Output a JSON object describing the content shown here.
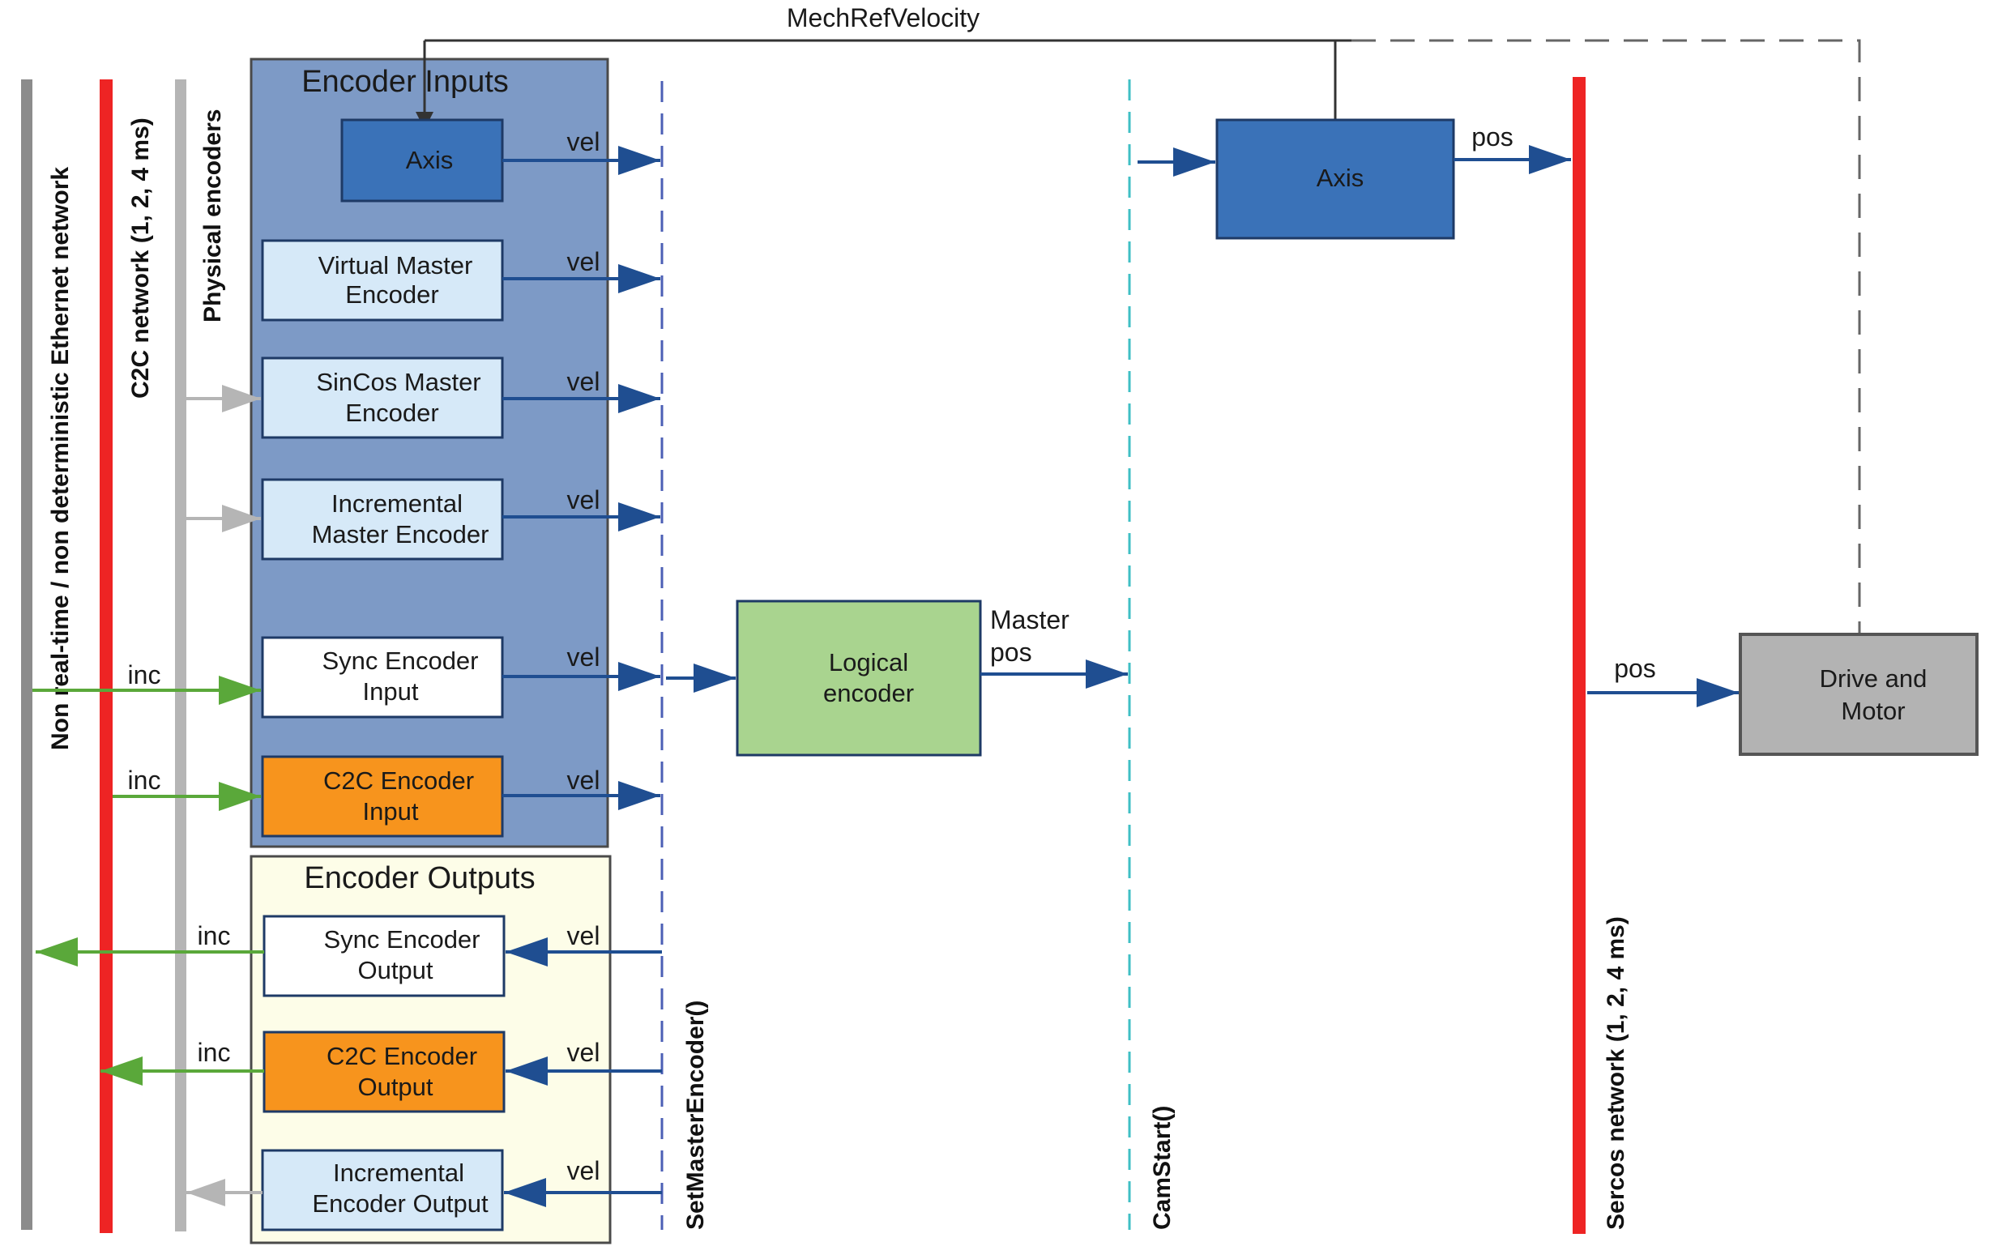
{
  "colors": {
    "encoder_inputs_panel": "#7d9ac6",
    "encoder_outputs_panel": "#fdfde8",
    "axis_box": "#3a72b8",
    "light_box": "#d6e9f8",
    "white_box": "#ffffff",
    "orange_box": "#f7941d",
    "logical_box": "#a9d48f",
    "drive_box": "#b3b3b3",
    "arrow_blue": "#1f4e91",
    "arrow_green": "#5aa83a",
    "arrow_gray": "#b5b5b5",
    "red_bus": "#ee2424",
    "gray_bus": "#8c8c8c"
  },
  "top": {
    "mech_ref_velocity": "MechRefVelocity"
  },
  "buses": {
    "ethernet": "Non real-time / non deterministic Ethernet network",
    "c2c": "C2C network (1, 2, 4 ms)",
    "physical": "Physical encoders",
    "set_master_encoder": "SetMasterEncoder()",
    "cam_start": "CamStart()",
    "sercos": "Sercos network (1, 2, 4 ms)"
  },
  "encoder_inputs": {
    "title": "Encoder Inputs",
    "axis": "Axis",
    "virtual_master": [
      "Virtual Master",
      "Encoder"
    ],
    "sincos_master": [
      "SinCos Master",
      "Encoder"
    ],
    "incremental_master": [
      "Incremental",
      "Master Encoder"
    ],
    "sync_input": [
      "Sync Encoder",
      "Input"
    ],
    "c2c_input": [
      "C2C Encoder",
      "Input"
    ]
  },
  "encoder_outputs": {
    "title": "Encoder Outputs",
    "sync_output": [
      "Sync Encoder",
      "Output"
    ],
    "c2c_output": [
      "C2C Encoder",
      "Output"
    ],
    "incremental_output": [
      "Incremental",
      "Encoder Output"
    ]
  },
  "logical_encoder": [
    "Logical",
    "encoder"
  ],
  "master_pos": [
    "Master",
    "pos"
  ],
  "axis_right": "Axis",
  "drive": [
    "Drive and",
    "Motor"
  ],
  "signals": {
    "vel": "vel",
    "inc": "inc",
    "pos": "pos"
  }
}
